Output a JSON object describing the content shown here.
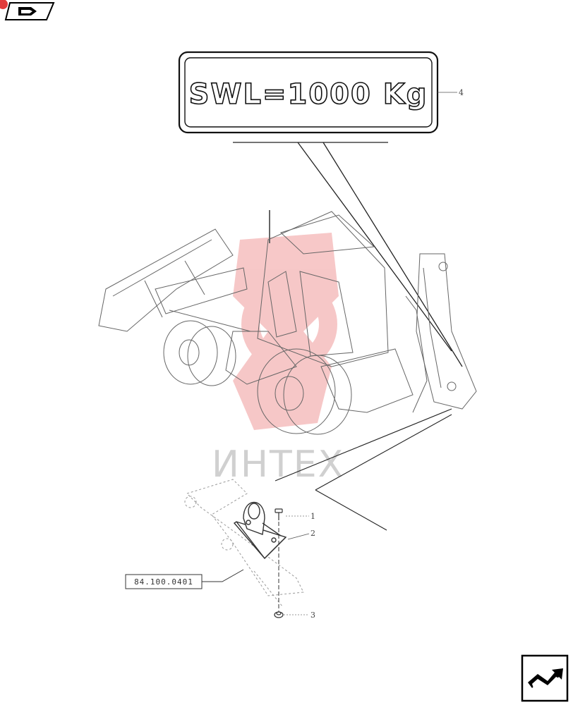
{
  "plate": {
    "text": "SWL=1000 Kg"
  },
  "watermark": {
    "text": "ИНТЕХ",
    "color": "#e23b3b"
  },
  "callouts": [
    {
      "num": "1"
    },
    {
      "num": "2"
    },
    {
      "num": "3"
    },
    {
      "num": "4"
    }
  ],
  "reference": {
    "code": "84.100.0401"
  },
  "icons": {
    "top_left": "prev-page-arrow-icon",
    "bottom_right": "next-page-arrow-icon"
  },
  "colors": {
    "line": "#222222",
    "part": "#555555",
    "watermark_red": "#e23b3b"
  }
}
